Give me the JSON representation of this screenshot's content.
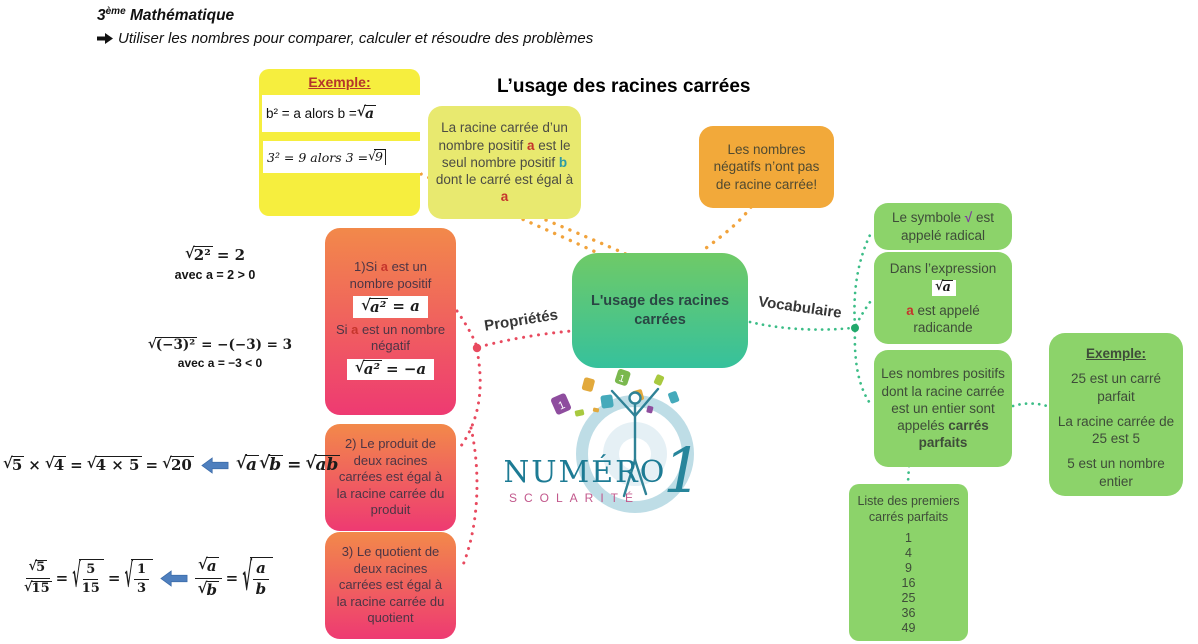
{
  "header": {
    "grade": "3",
    "grade_sup": "ème",
    "subject": " Mathématique",
    "objective": "Utiliser les nombres pour comparer, calculer et résoudre des problèmes"
  },
  "main_title": "L’usage des racines carrées",
  "sym": {
    "sqrt": "√"
  },
  "example_left": {
    "title": "Exemple:",
    "line1_pre": "b² = a alors b =",
    "line1_rad": "a",
    "line2_pre": "3² = 9 alors 3 = ",
    "line2_rad": "9"
  },
  "definition": {
    "p0": "La racine carrée d’un nombre positif ",
    "p1": "a",
    "p2": " est le seul nombre positif ",
    "p3": "b",
    "p4": " dont le carré est égal à ",
    "p5": "a"
  },
  "negative": {
    "text": "Les nombres négatifs n’ont pas de racine carrée!"
  },
  "central": {
    "label": "L'usage des racines carrées"
  },
  "branches": {
    "properties": "Propriétés",
    "vocabulary": "Vocabulaire"
  },
  "prop1": {
    "t0": "1)Si ",
    "t1": "a",
    "t2": " est un nombre positif",
    "rad1": "a²",
    "rhs1": "= a",
    "t3": "Si ",
    "t4": "a",
    "t5": " est un nombre négatif",
    "rad2": "a²",
    "rhs2": "= −a"
  },
  "prop2": {
    "text": "2) Le produit de deux racines carrées est égal à la racine carrée du produit"
  },
  "prop3": {
    "text": "3) Le quotient de deux racines carrées est égal à la racine carrée du quotient"
  },
  "ex_positive": {
    "rad": "2²",
    "rhs": "= 2",
    "note": "avec a = 2 > 0"
  },
  "ex_negative": {
    "rad": "(−3)²",
    "rhs": "= −(−3) = 3",
    "note": "avec a = −3 < 0"
  },
  "ex_product": {
    "rad1": "5",
    "times": "×",
    "rad2": "4",
    "eq1": "=",
    "rad3": "4 × 5",
    "eq2": "=",
    "rad4": "20",
    "rule_rad1": "a",
    "rule_rad2": "b",
    "rule_eq": "=",
    "rule_rad3": "ab"
  },
  "ex_quotient": {
    "num1": "5",
    "den1": "15",
    "eq1": "=",
    "num2": "5",
    "den2": "15",
    "eq2": "=",
    "num3": "1",
    "den3": "3",
    "rule_num": "a",
    "rule_den": "b",
    "rule_eq": "=",
    "rule_num2": "a",
    "rule_den2": "b"
  },
  "vocab_radical": {
    "p0": "Le symbole ",
    "p1": "√",
    "p2": " est appelé radical"
  },
  "vocab_radicande": {
    "l1": "Dans l’expression",
    "expr_rad": "a",
    "p0": "a",
    "p1": " est appelé radicande"
  },
  "vocab_perfect": {
    "pre": "Les nombres positifs dont la racine carrée est un entier sont appelés ",
    "bold": "carrés parfaits"
  },
  "example_right": {
    "title": "Exemple:",
    "line1": "25 est un carré parfait",
    "line2": "La racine carrée de 25 est 5",
    "line3": "5 est un nombre entier"
  },
  "perfect_squares": {
    "title": "Liste des premiers carrés parfaits",
    "values": [
      "1",
      "4",
      "9",
      "16",
      "25",
      "36",
      "49"
    ]
  },
  "logo": {
    "name": "NUMÉRO",
    "one": "1",
    "subtitle": "SCOLARITÉ"
  },
  "colors": {
    "yellow_box": "#f6ee3e",
    "pale_box": "#e8e96f",
    "orange_box": "#f2a93a",
    "green_box": "#8cd36a",
    "central_top": "#6fca67",
    "central_bottom": "#36c19c",
    "property_top": "#f2894a",
    "property_bottom": "#ee3a72",
    "connector_orange": "#f1a33c",
    "connector_red": "#e84a5f",
    "connector_green": "#3cbd87",
    "accent_red": "#c5352c",
    "accent_teal": "#2e9ba5",
    "accent_purple": "#7d3f9d",
    "arrow_blue": "#4e7fbe",
    "logo_teal": "#1d7b94",
    "logo_pink": "#c2588c"
  }
}
